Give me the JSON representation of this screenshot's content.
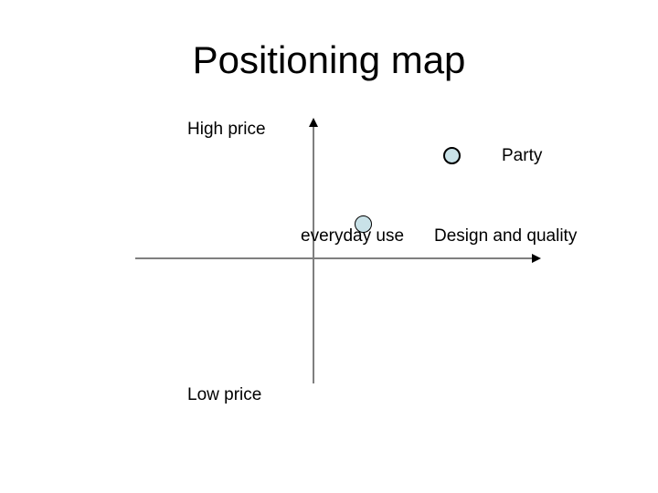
{
  "slide": {
    "title": "Positioning map",
    "background": "#ffffff"
  },
  "map": {
    "labels": {
      "high_price": "High price",
      "low_price": "Low price",
      "everyday_use": "everyday use",
      "design_quality": "Design and quality",
      "party": "Party"
    },
    "colors": {
      "marker_fill": "#c9e2e8",
      "marker_border": "#000000",
      "axis_line": "#7f7f7f",
      "arrow": "#000000",
      "text": "#000000",
      "background": "#ffffff"
    }
  },
  "chart_data": {
    "type": "scatter",
    "title": "Positioning map",
    "y_axis": {
      "orientation": "vertical",
      "arrow_direction": "up",
      "high_label": "High price",
      "low_label": "Low price",
      "numeric_scale": false
    },
    "x_axis": {
      "orientation": "horizontal",
      "arrow_direction": "right",
      "right_label": "Design and quality",
      "mid_label": "everyday use",
      "numeric_scale": false
    },
    "points": [
      {
        "label": "Party",
        "quadrant": "upper-right",
        "x_relative": 0.61,
        "y_relative": 0.73,
        "marker": "circle",
        "fill": "#c9e2e8"
      },
      {
        "label": "everyday use",
        "quadrant": "upper-right (near origin)",
        "x_relative": 0.22,
        "y_relative": 0.24,
        "marker": "circle",
        "fill": "#c9e2e8"
      }
    ],
    "legend": "none",
    "grid": false,
    "background": "#ffffff"
  }
}
